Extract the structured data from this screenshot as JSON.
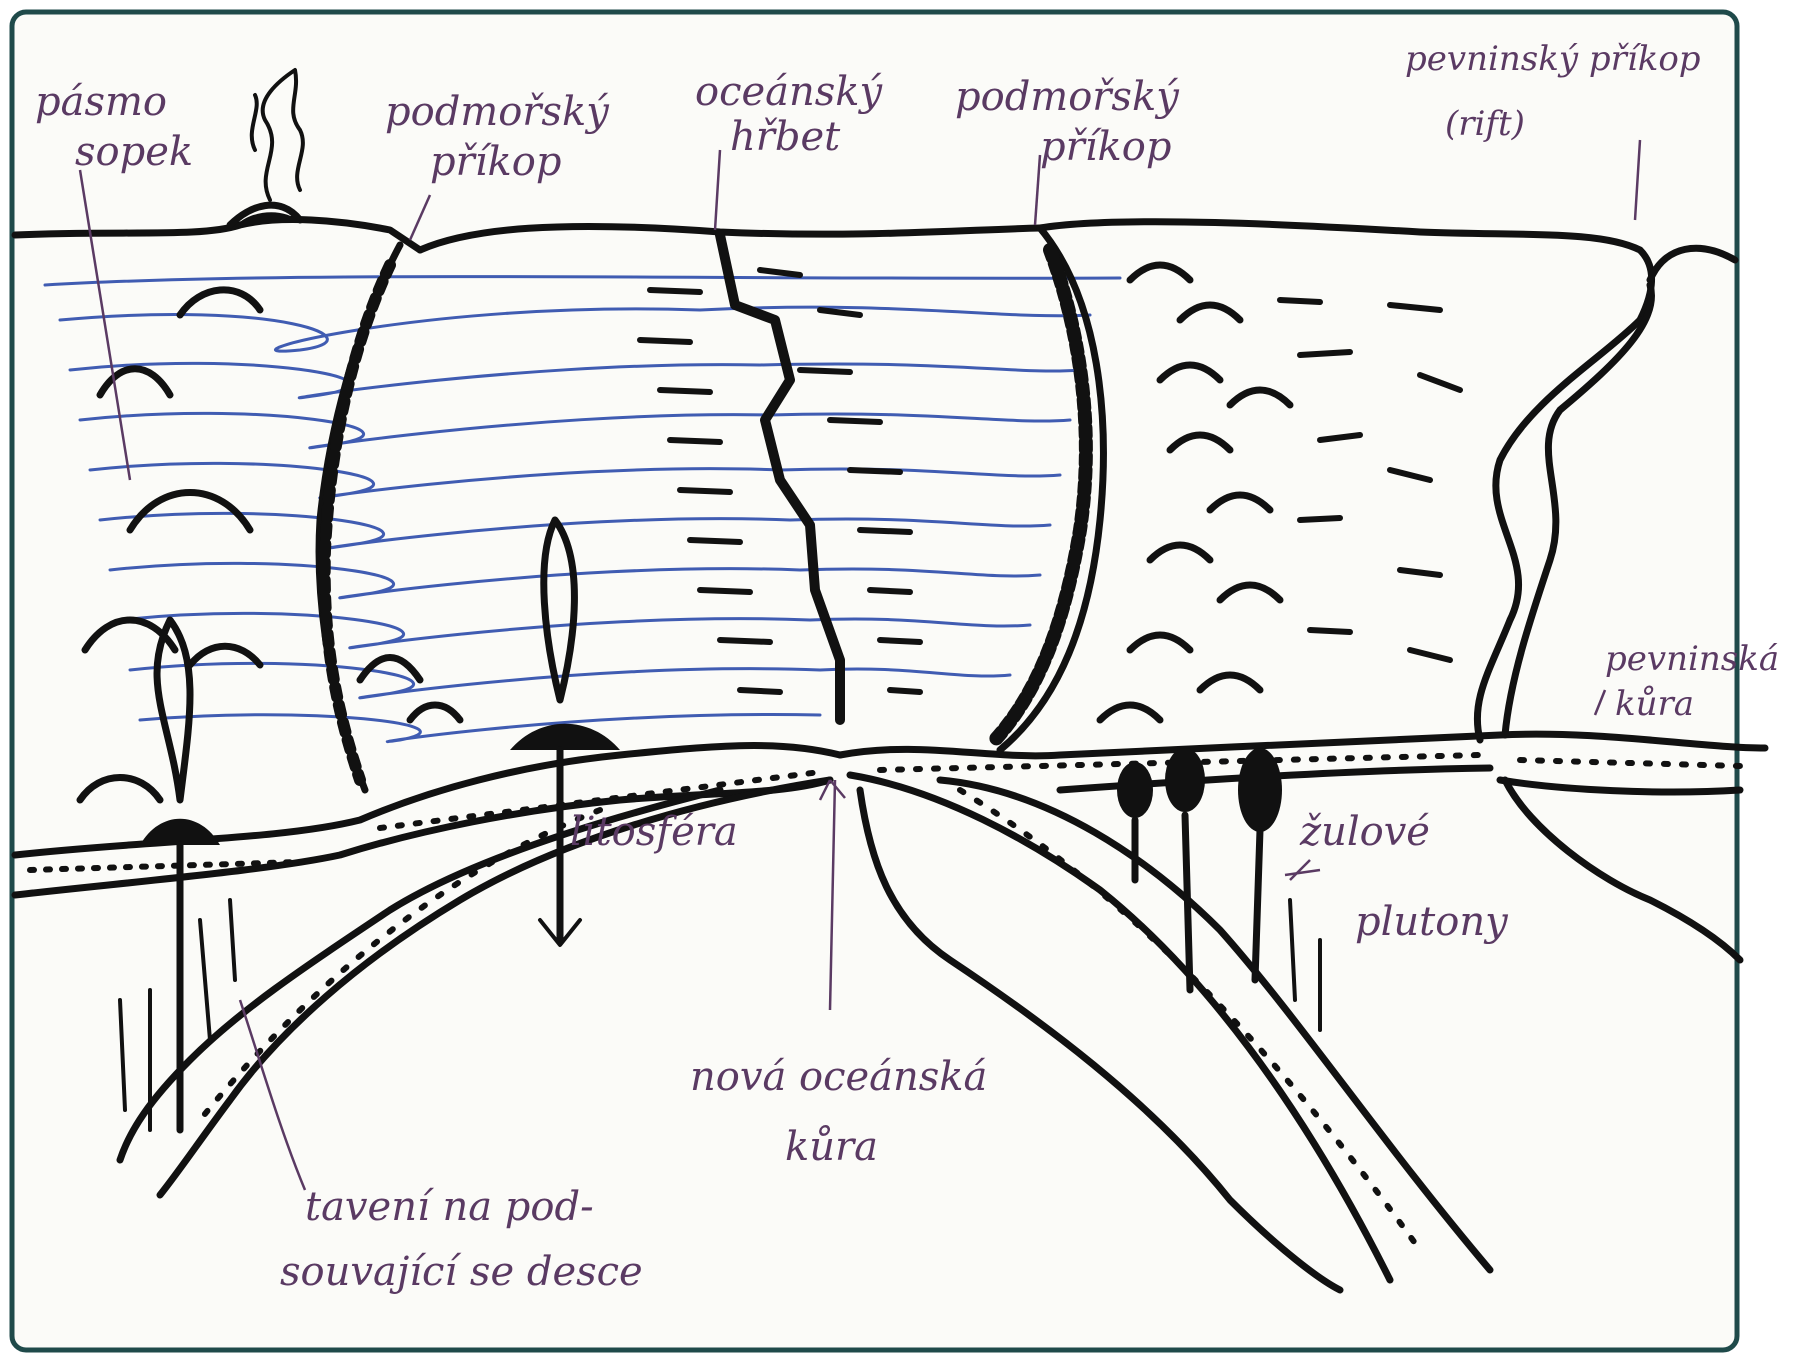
{
  "labels": {
    "volcano_belt_1": "pásmo",
    "volcano_belt_2": "sopek",
    "trench_left_1": "podmořský",
    "trench_left_2": "příkop",
    "ridge_1": "oceánský",
    "ridge_2": "hřbet",
    "trench_right_1": "podmořský",
    "trench_right_2": "příkop",
    "rift_1": "pevninský příkop",
    "rift_2": "(rift)",
    "continental_crust_1": "pevninská",
    "continental_crust_2": "kůra",
    "lithosphere": "litosféra",
    "plutons_1": "žulové",
    "plutons_2": "plutony",
    "new_crust_1": "nová oceánská",
    "new_crust_2": "kůra",
    "melting_1": "tavení na pod-",
    "melting_2": "souvající se desce"
  },
  "colors": {
    "ink": "#111111",
    "label_ink": "#5a3a63",
    "ocean_lines": "#1f3fa6",
    "frame": "#1f4a4a"
  }
}
